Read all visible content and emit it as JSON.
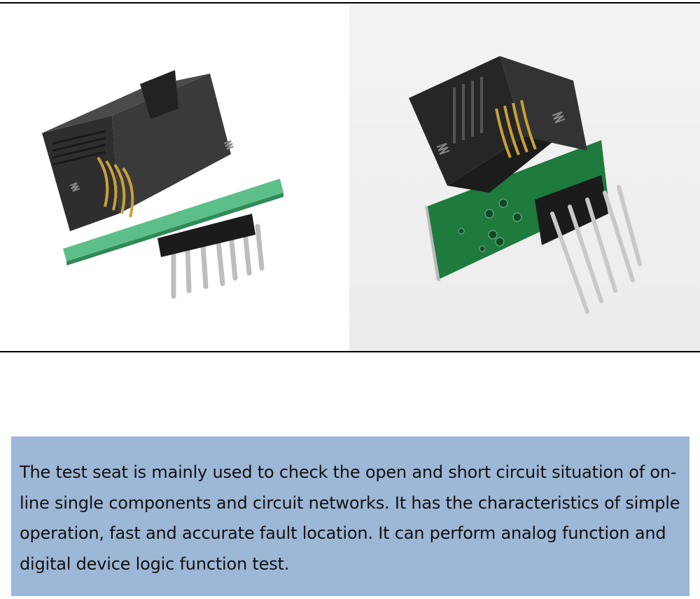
{
  "colors": {
    "box_background": "#9db7d6",
    "socket_body": "#2a2a2a",
    "pcb": "#1f7a3d",
    "pcb_left": "#4fb57d",
    "gold_contacts": "#c9a13a",
    "pins": "#c8c8c8"
  },
  "photos": {
    "left": {
      "icon": "sop8-test-socket-angled-image"
    },
    "right": {
      "icon": "sop8-test-socket-board-image"
    }
  },
  "description": {
    "text": "The test seat is mainly used to check the open and short circuit situation of on-line single components and circuit networks. It has the characteristics of simple operation, fast and accurate fault location. It can perform analog function and digital device logic function test."
  }
}
